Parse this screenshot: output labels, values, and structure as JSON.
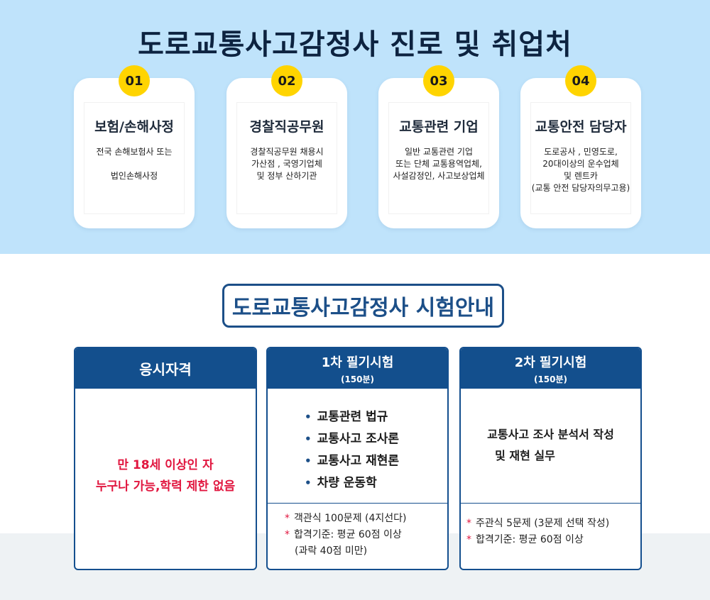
{
  "top": {
    "title": "도로교통사고감정사 진로 및 취업처",
    "cards": [
      {
        "num": "01",
        "title": "보험/손해사정",
        "lines": [
          "전국 손해보험사 또는",
          "",
          "법인손해사정"
        ]
      },
      {
        "num": "02",
        "title": "경찰직공무원",
        "lines": [
          "경찰직공무원 채용시",
          "가산점 ,  국영기업체",
          "및 정부 산하기관"
        ]
      },
      {
        "num": "03",
        "title": "교통관련 기업",
        "lines": [
          "일반 교통관련 기업",
          "또는 단체 교통용역업체,",
          "사설감정인, 사고보상업체"
        ]
      },
      {
        "num": "04",
        "title": "교통안전 담당자",
        "lines": [
          "도로공사 , 민영도로,",
          "20대이상의 운수업체",
          "및 렌트카",
          "(교통 안전 담당자의무고용)"
        ]
      }
    ]
  },
  "exam": {
    "title": "도로교통사고감정사 시험안내",
    "qualification": {
      "head": "응시자격",
      "lines": [
        "만 18세 이상인 자",
        "누구나 가능,학력 제한 없음"
      ]
    },
    "first": {
      "head": "1차 필기시험",
      "sub": "(150분)",
      "bullet": "•",
      "subjects": [
        "교통관련 법규",
        "교통사고 조사론",
        "교통사고 재현론",
        "차량 운동학"
      ],
      "notes": [
        "객관식 100문제 (4지선다)",
        "합격기준: 평균 60점 이상"
      ],
      "note_extra": "(과락 40점 미만)"
    },
    "second": {
      "head": "2차 필기시험",
      "sub": "(150분)",
      "lines": [
        "교통사고 조사 분석서 작성",
        "및 재현 실무"
      ],
      "notes": [
        "주관식 5문제 (3문제 선택 작성)",
        "합격기준: 평균 60점 이상"
      ]
    },
    "star": "*"
  },
  "colors": {
    "top_band": "#bfe3fb",
    "badge": "#ffd400",
    "navy": "#134f8d",
    "accent_red": "#e1163f"
  }
}
